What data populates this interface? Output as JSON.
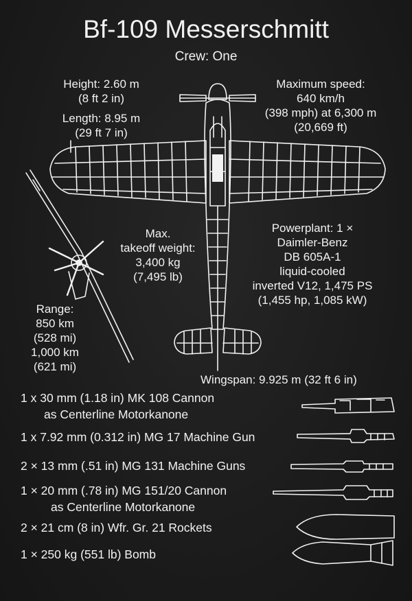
{
  "title": "Bf-109 Messerschmitt",
  "crew": "Crew: One",
  "height": {
    "metric": "Height: 2.60 m",
    "imperial": "(8 ft 2 in)"
  },
  "length": {
    "metric": "Length: 8.95 m",
    "imperial": "(29 ft 7 in)"
  },
  "max_speed": {
    "label": "Maximum speed:",
    "kmh": "640 km/h",
    "mph": "(398 mph) at 6,300 m",
    "ft": "(20,669 ft)"
  },
  "takeoff": {
    "line1": "Max.",
    "line2": "takeoff weight:",
    "kg": "3,400 kg",
    "lb": "(7,495 lb)"
  },
  "powerplant": {
    "line1": "Powerplant: 1 ×",
    "line2": "Daimler-Benz",
    "line3": "DB 605A-1",
    "line4": "liquid-cooled",
    "line5": "inverted V12, 1,475 PS",
    "line6": "(1,455 hp, 1,085 kW)"
  },
  "range": {
    "label": "Range:",
    "km1": "850 km",
    "mi1": "(528 mi)",
    "km2": "1,000 km",
    "mi2": "(621 mi)"
  },
  "wingspan": "Wingspan: 9.925 m (32 ft 6 in)",
  "armament": {
    "cannon108_a": "1 x 30 mm (1.18 in) MK 108 Cannon",
    "cannon108_b": "as Centerline Motorkanone",
    "mg17": "1 x 7.92 mm (0.312 in) MG 17 Machine Gun",
    "mg131": "2 × 13 mm (.51 in) MG 131 Machine Guns",
    "mg151_a": "1 × 20 mm (.78 in) MG 151/20 Cannon",
    "mg151_b": "as Centerline Motorkanone",
    "rockets": "2 × 21 cm (8 in) Wfr. Gr. 21 Rockets",
    "bomb": "1 × 250 kg (551 lb) Bomb"
  },
  "colors": {
    "background": "#1c1c1c",
    "ink": "#f2f2f2"
  }
}
